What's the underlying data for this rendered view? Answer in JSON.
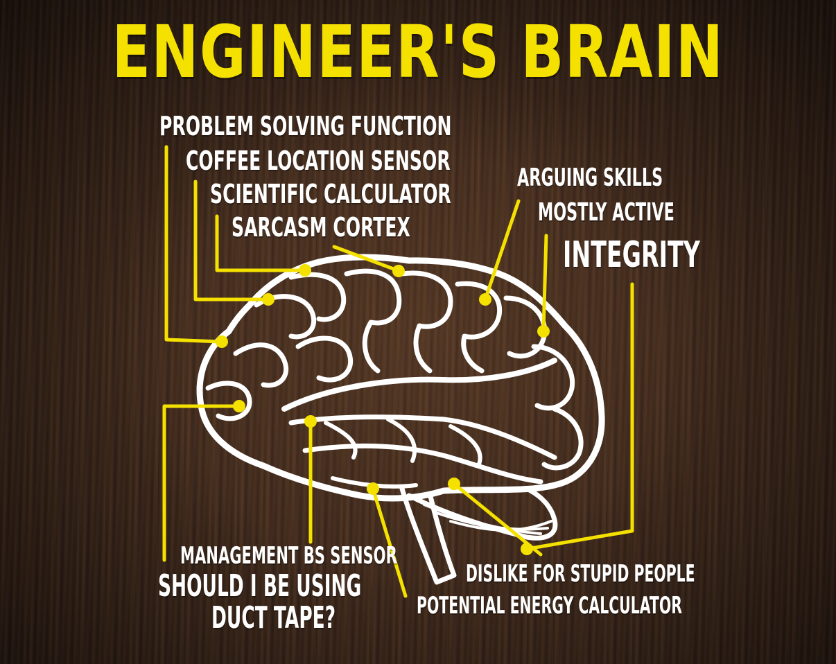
{
  "title": "ENGINEER'S BRAIN",
  "labels": {
    "problem_solving": "PROBLEM SOLVING FUNCTION",
    "coffee_location": "COFFEE LOCATION SENSOR",
    "scientific_calculator": "SCIENTIFIC CALCULATOR",
    "sarcasm_cortex": "SARCASM CORTEX",
    "arguing_skills": "ARGUING SKILLS",
    "mostly_active": "MOSTLY ACTIVE",
    "integrity": "INTEGRITY",
    "management_bs": "MANAGEMENT BS SENSOR",
    "duct_tape_line1": "SHOULD I BE USING",
    "duct_tape_line2": "DUCT TAPE?",
    "dislike_stupid": "DISLIKE FOR STUPID PEOPLE",
    "potential_energy": "POTENTIAL ENERGY CALCULATOR"
  },
  "colors": {
    "accent": "#f5e100",
    "text": "#ffffff",
    "background": "#3b2618"
  }
}
